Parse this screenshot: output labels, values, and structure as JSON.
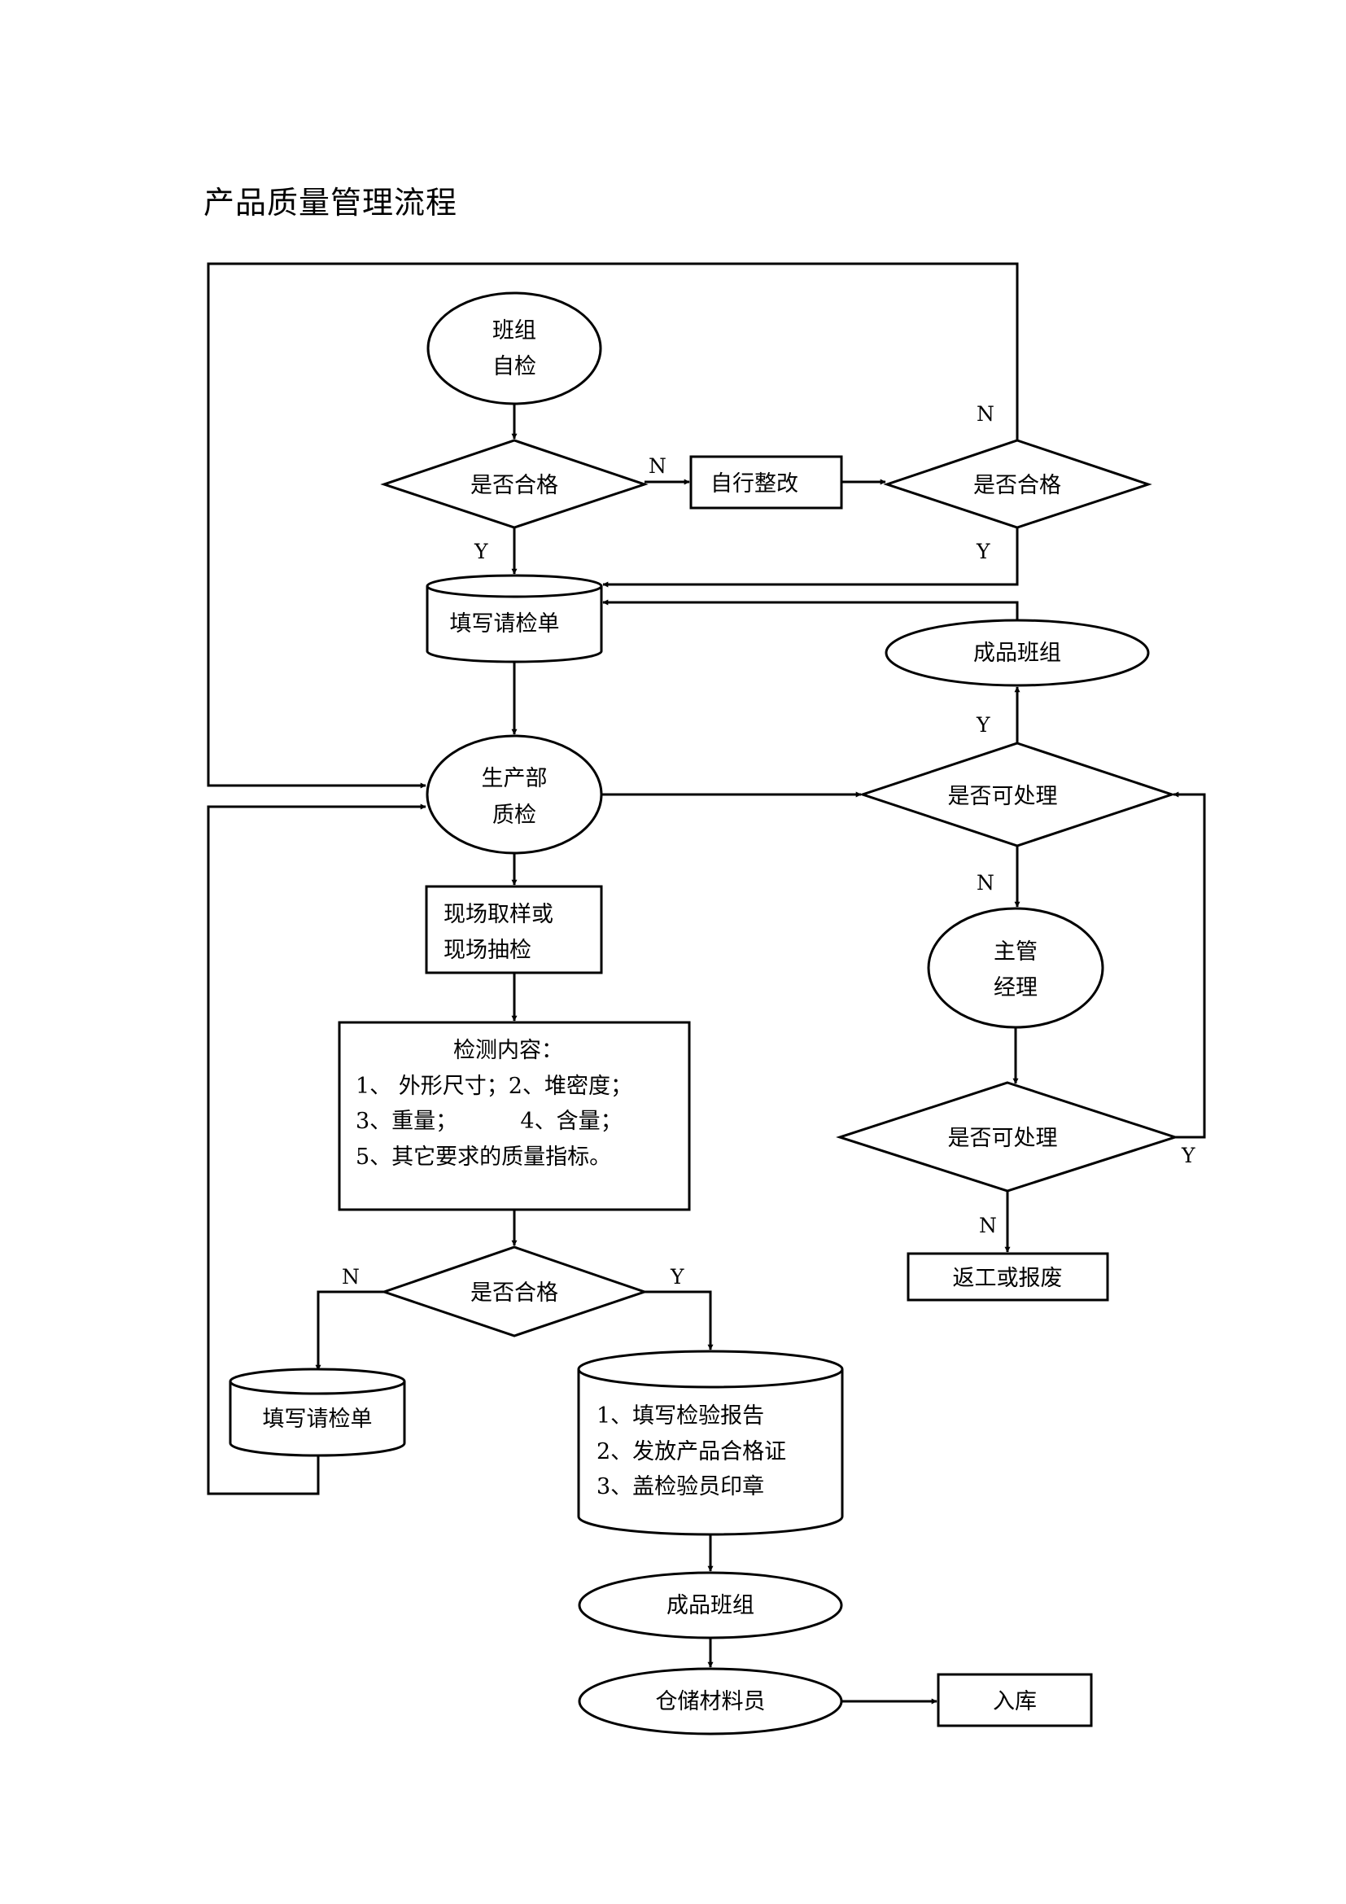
{
  "title": "产品质量管理流程",
  "nodes": {
    "team_self_check": [
      "班组",
      "自检"
    ],
    "qualified_1": "是否合格",
    "self_rectify": "自行整改",
    "qualified_2": "是否合格",
    "fill_request_form_1": "填写请检单",
    "finished_team_1": "成品班组",
    "production_qc": [
      "生产部",
      "质检"
    ],
    "can_handle_1": "是否可处理",
    "onsite_sampling": [
      "现场取样或",
      "现场抽检"
    ],
    "supervisor_manager": [
      "主管",
      "经理"
    ],
    "inspection_content": [
      "检测内容：",
      "1、 外形尺寸；2、堆密度；",
      "3、重量；         4、含量；",
      "5、其它要求的质量指标。"
    ],
    "can_handle_2": "是否可处理",
    "rework_or_scrap": "返工或报废",
    "qualified_3": "是否合格",
    "fill_request_form_2": "填写请检单",
    "report_steps": [
      "1、填写检验报告",
      "2、发放产品合格证",
      "3、盖检验员印章"
    ],
    "finished_team_2": "成品班组",
    "warehouse_clerk": "仓储材料员",
    "storage": "入库"
  },
  "edge_labels": {
    "q1_no": "N",
    "q1_yes": "Y",
    "q2_no": "N",
    "q2_yes": "Y",
    "h1_yes": "Y",
    "h1_no": "N",
    "h2_yes": "Y",
    "h2_no": "N",
    "q3_no": "N",
    "q3_yes": "Y"
  }
}
